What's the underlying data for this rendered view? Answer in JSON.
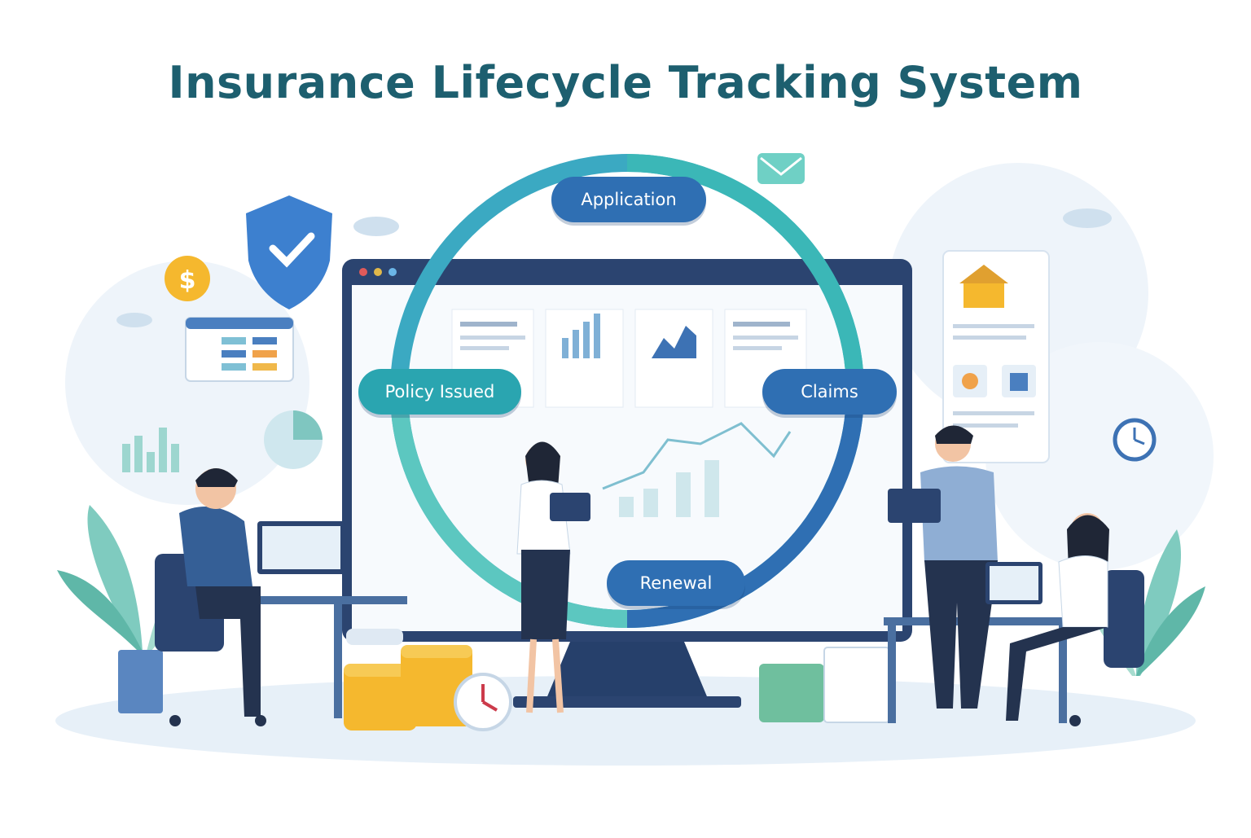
{
  "title": "Insurance Lifecycle Tracking System",
  "lifecycle_stages": [
    {
      "label": "Application",
      "color": "#2f6fb3"
    },
    {
      "label": "Claims",
      "color": "#2f6fb3"
    },
    {
      "label": "Renewal",
      "color": "#2f6fb3"
    },
    {
      "label": "Policy Issued",
      "color": "#2aa5b0"
    }
  ],
  "icons": [
    "shield-check-icon",
    "dollar-coin-icon",
    "email-icon",
    "clock-icon",
    "house-icon",
    "gear-clock-icon",
    "pie-chart-icon",
    "bar-chart-icon"
  ],
  "colors": {
    "title": "#1d5f6f",
    "navy": "#2b4470",
    "blue": "#2f6fb3",
    "teal": "#3fb8b5",
    "gold": "#f5b82e"
  }
}
